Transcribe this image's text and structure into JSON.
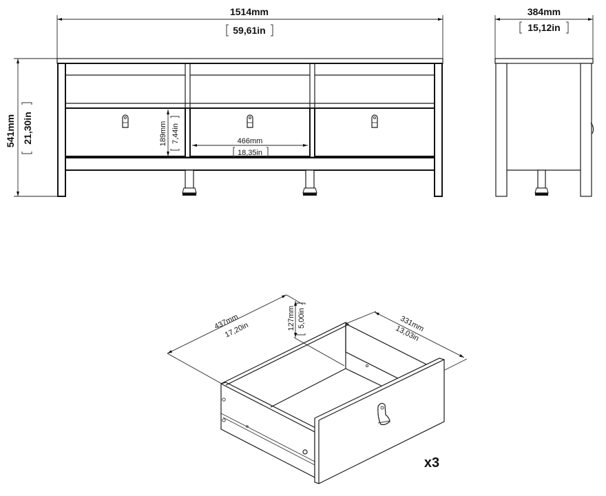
{
  "front_view": {
    "width_mm": "1514mm",
    "width_in": "59,61in",
    "height_mm": "541mm",
    "height_in": "21,30in",
    "drawer_height_mm": "189mm",
    "drawer_height_in": "7,44in",
    "drawer_width_mm": "466mm",
    "drawer_width_in": "18,35in"
  },
  "side_view": {
    "depth_mm": "384mm",
    "depth_in": "15,12in"
  },
  "drawer_view": {
    "length_mm": "437mm",
    "length_in": "17,20in",
    "height_mm": "127mm",
    "height_in": "5,00in",
    "width_mm": "331mm",
    "width_in": "13,03in",
    "quantity": "x3"
  }
}
